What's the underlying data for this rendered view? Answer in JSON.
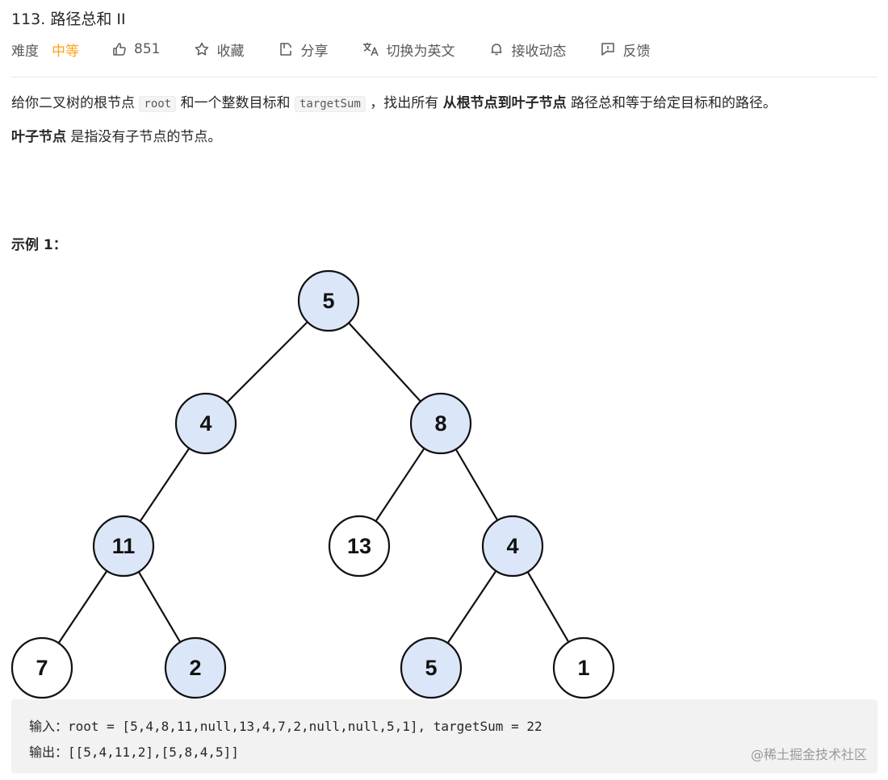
{
  "problem": {
    "title": "113. 路径总和 II"
  },
  "meta": {
    "difficulty_label": "难度",
    "difficulty_value": "中等",
    "likes": "851",
    "favorite": "收藏",
    "share": "分享",
    "switch_lang": "切换为英文",
    "subscribe": "接收动态",
    "feedback": "反馈"
  },
  "description": {
    "p1_a": "给你二叉树的根节点 ",
    "p1_code1": "root",
    "p1_b": " 和一个整数目标和 ",
    "p1_code2": "targetSum",
    "p1_c": " ，找出所有 ",
    "p1_bold": "从根节点到叶子节点",
    "p1_d": " 路径总和等于给定目标和的路径。",
    "p2_bold": "叶子节点",
    "p2_rest": " 是指没有子节点的节点。"
  },
  "example": {
    "title": "示例 1：",
    "input_line": "输入：root = [5,4,8,11,null,13,4,7,2,null,null,5,1], targetSum = 22",
    "output_line": "输出：[[5,4,11,2],[5,8,4,5]]"
  },
  "tree": {
    "nodes": [
      {
        "id": "n5",
        "value": "5",
        "highlighted": true
      },
      {
        "id": "n4a",
        "value": "4",
        "highlighted": true
      },
      {
        "id": "n8",
        "value": "8",
        "highlighted": true
      },
      {
        "id": "n11",
        "value": "11",
        "highlighted": true
      },
      {
        "id": "n13",
        "value": "13",
        "highlighted": false
      },
      {
        "id": "n4b",
        "value": "4",
        "highlighted": true
      },
      {
        "id": "n7",
        "value": "7",
        "highlighted": false
      },
      {
        "id": "n2",
        "value": "2",
        "highlighted": true
      },
      {
        "id": "n5b",
        "value": "5",
        "highlighted": true
      },
      {
        "id": "n1",
        "value": "1",
        "highlighted": false
      }
    ],
    "colors": {
      "highlight": "#dbe7f9",
      "plain": "#ffffff",
      "stroke": "#111111"
    }
  },
  "watermark": "@稀土掘金技术社区",
  "colors": {
    "accent": "#ffa116",
    "text": "#262626",
    "muted": "#595959"
  }
}
